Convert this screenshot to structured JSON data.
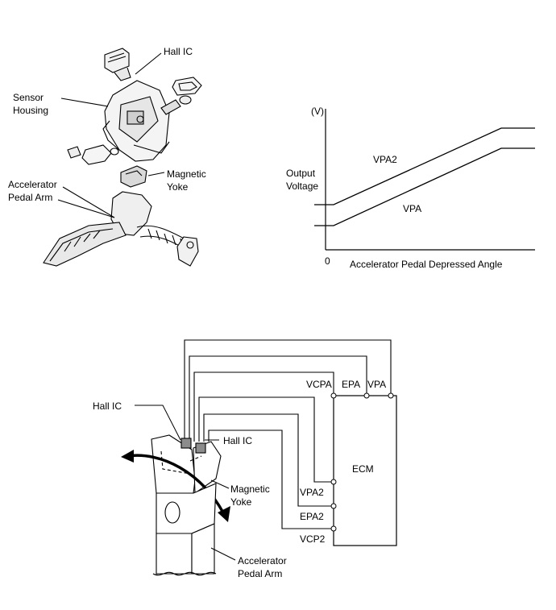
{
  "exploded_view": {
    "labels": {
      "hall_ic": "Hall IC",
      "sensor_housing_1": "Sensor",
      "sensor_housing_2": "Housing",
      "magnetic_yoke_1": "Magnetic",
      "magnetic_yoke_2": "Yoke",
      "pedal_arm_1": "Accelerator",
      "pedal_arm_2": "Pedal Arm"
    }
  },
  "graph": {
    "y_unit": "(V)",
    "y_label_1": "Output",
    "y_label_2": "Voltage",
    "origin": "0",
    "x_label": "Accelerator Pedal Depressed Angle",
    "series": [
      "VPA2",
      "VPA"
    ]
  },
  "circuit": {
    "labels": {
      "hall_ic_left": "Hall IC",
      "hall_ic_right": "Hall IC",
      "magnetic_yoke_1": "Magnetic",
      "magnetic_yoke_2": "Yoke",
      "pedal_arm_1": "Accelerator",
      "pedal_arm_2": "Pedal Arm"
    },
    "ecm": "ECM",
    "terminals": {
      "vcpa": "VCPA",
      "epa": "EPA",
      "vpa": "VPA",
      "vpa2": "VPA2",
      "epa2": "EPA2",
      "vcp2": "VCP2"
    }
  }
}
